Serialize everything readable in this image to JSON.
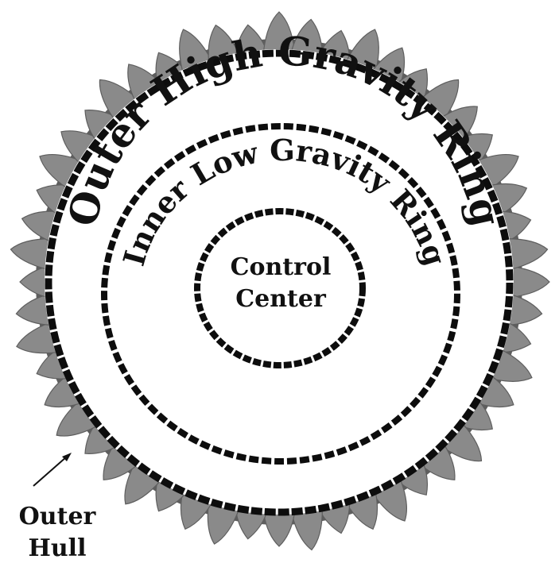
{
  "diagram": {
    "outer_ring_label": "Outer High Gravity Ring",
    "inner_ring_label": "Inner Low Gravity Ring",
    "center_label_line1": "Control",
    "center_label_line2": "Center",
    "hull_label_line1": "Outer",
    "hull_label_line2": "Hull"
  },
  "colors": {
    "hull_fill": "#8a8a8a",
    "hull_shadow": "#5e5e5e",
    "ring_stroke": "#0d0d0d",
    "text": "#111111",
    "background": "#ffffff"
  }
}
